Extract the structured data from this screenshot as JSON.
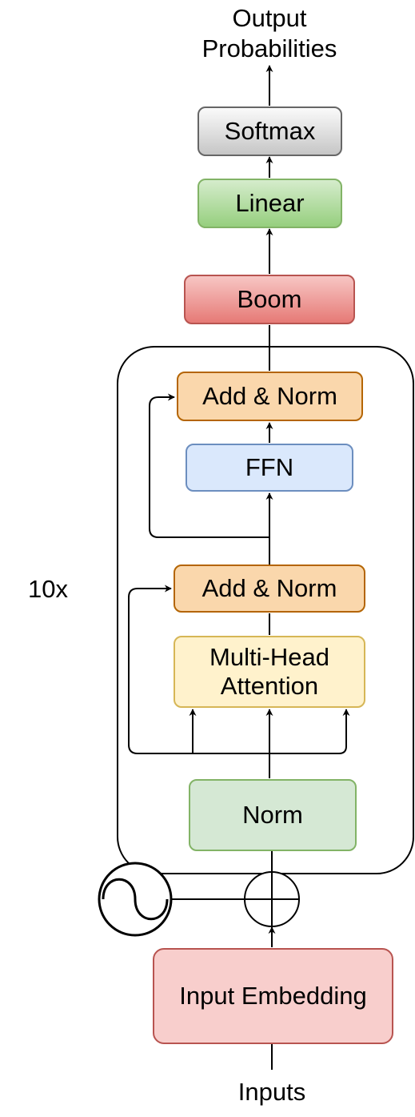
{
  "labels": {
    "output": "Output\nProbabilities",
    "softmax": "Softmax",
    "linear": "Linear",
    "boom": "Boom",
    "add_norm_top": "Add & Norm",
    "ffn": "FFN",
    "repeat": "10x",
    "add_norm_bottom": "Add & Norm",
    "attention": "Multi-Head\nAttention",
    "norm": "Norm",
    "input_embedding": "Input Embedding",
    "inputs": "Inputs"
  }
}
